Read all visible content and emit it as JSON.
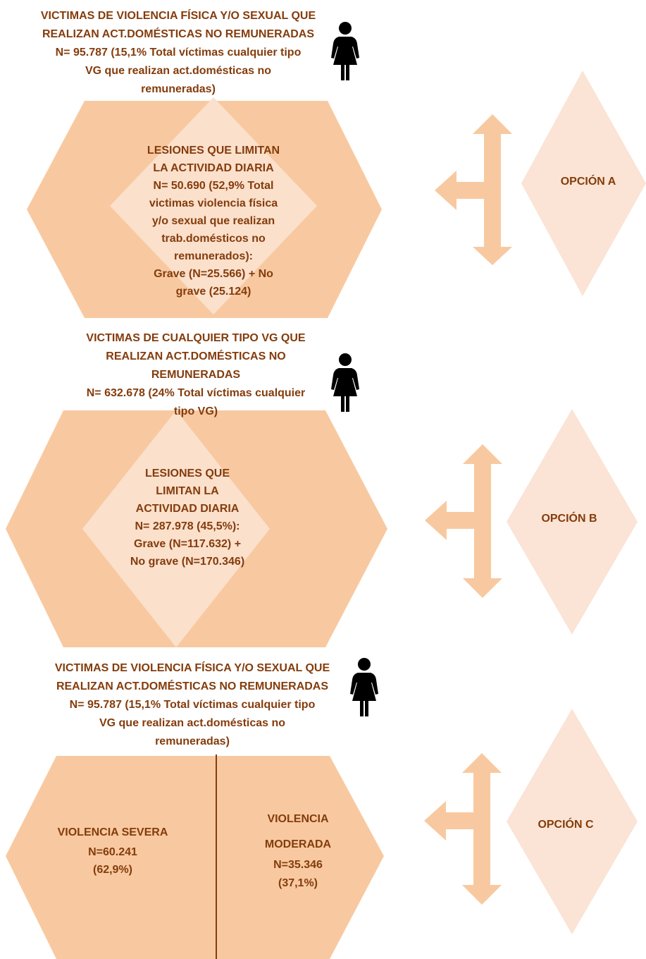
{
  "colors": {
    "hexagon": "#f8c9a0",
    "diamond_inner": "#fbe0cc",
    "diamond_option": "#fbe4d5",
    "arrow": "#f8c9a0",
    "text": "#843c0c",
    "divider": "#843c0c",
    "person": "#000000"
  },
  "icons": {
    "person": "woman-icon"
  },
  "sections": [
    {
      "header": "VICTIMAS DE VIOLENCIA FÍSICA Y/O SEXUAL QUE\nREALIZAN ACT.DOMÉSTICAS NO REMUNERADAS\nN= 95.787 (15,1% Total víctimas cualquier tipo\nVG que realizan act.domésticas no\nremuneradas)",
      "inner": "LESIONES QUE LIMITAN\nLA ACTIVIDAD DIARIA\nN= 50.690 (52,9% Total\nvictimas violencia física\ny/o sexual que realizan\ntrab.domésticos no\nremunerados):\nGrave (N=25.566) + No\ngrave (25.124)",
      "option": "OPCIÓN  A"
    },
    {
      "header": "VICTIMAS DE CUALQUIER TIPO  VG QUE\nREALIZAN ACT.DOMÉSTICAS NO\nREMUNERADAS\nN= 632.678 (24% Total víctimas cualquier\ntipo VG)",
      "inner": "LESIONES QUE\nLIMITAN LA\nACTIVIDAD DIARIA\nN= 287.978 (45,5%):\nGrave (N=117.632) +\nNo grave (N=170.346)",
      "option": "OPCIÓN B"
    },
    {
      "header": "VICTIMAS DE VIOLENCIA FÍSICA Y/O SEXUAL QUE\nREALIZAN ACT.DOMÉSTICAS NO REMUNERADAS\nN= 95.787 (15,1% Total víctimas cualquier tipo\nVG que realizan act.domésticas no\nremuneradas)",
      "left": {
        "title": "VIOLENCIA SEVERA",
        "n": "N=60.241",
        "pct": "(62,9%)"
      },
      "right": {
        "title1": "VIOLENCIA",
        "title2": "MODERADA",
        "n": "N=35.346",
        "pct": "(37,1%)"
      },
      "option": "OPCIÓN C"
    }
  ]
}
